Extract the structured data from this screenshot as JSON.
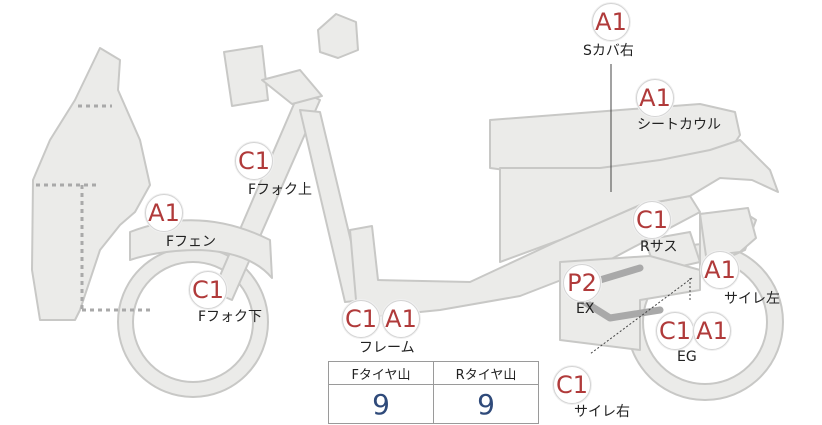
{
  "markers": [
    {
      "id": "s-cover-right",
      "codes": [
        "A1"
      ],
      "label": "Sカバ右"
    },
    {
      "id": "seat-cowl",
      "codes": [
        "A1"
      ],
      "label": "シートカウル"
    },
    {
      "id": "f-fork-upper",
      "codes": [
        "C1"
      ],
      "label": "Fフォク上"
    },
    {
      "id": "f-fender",
      "codes": [
        "A1"
      ],
      "label": "Fフェン"
    },
    {
      "id": "f-fork-lower",
      "codes": [
        "C1"
      ],
      "label": "Fフォク下"
    },
    {
      "id": "frame",
      "codes": [
        "C1",
        "A1"
      ],
      "label": "フレーム"
    },
    {
      "id": "r-suspension",
      "codes": [
        "C1"
      ],
      "label": "Rサス"
    },
    {
      "id": "exhaust",
      "codes": [
        "P2"
      ],
      "label": "EX"
    },
    {
      "id": "silencer-left",
      "codes": [
        "A1"
      ],
      "label": "サイレ左"
    },
    {
      "id": "engine",
      "codes": [
        "C1",
        "A1"
      ],
      "label": "EG"
    },
    {
      "id": "silencer-right",
      "codes": [
        "C1"
      ],
      "label": "サイレ右"
    }
  ],
  "tire_table": {
    "front_header": "Fタイヤ山",
    "rear_header": "Rタイヤ山",
    "front_value": "9",
    "rear_value": "9"
  },
  "colors": {
    "body_fill": "#ebebe9",
    "outline": "#c8c8c6",
    "badge_text": "#b03a3a",
    "value_text": "#2f4a7a",
    "exhaust_pipe": "#a9a9a9"
  }
}
